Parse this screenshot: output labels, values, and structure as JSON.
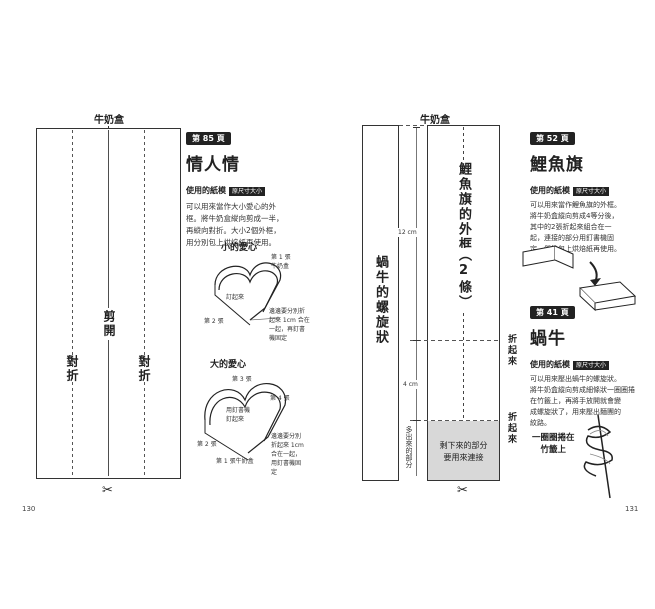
{
  "left": {
    "header": "牛奶盒",
    "template_cut": "剪開",
    "fold_left": "對折",
    "fold_right": "對折",
    "page_no": "130",
    "badge": "第 85 頁",
    "title": "情人情",
    "paper_label": "使用的紙模",
    "paper_size": "原尺寸大小",
    "description": [
      "可以用來當作大小愛心的外",
      "框。將牛奶盒縱向剪成一半，",
      "再縱向對折。大小2個外框，",
      "用分別包上烘焙紙再使用。"
    ],
    "small_heart": {
      "label": "小的愛心",
      "n1": "第 1 張\n牛奶盒",
      "n_staple": "訂起來",
      "n2": "第 2 張",
      "n_overlap": "邊邊要分別折\n起來 1cm 合在\n一起，再釘書\n機固定"
    },
    "large_heart": {
      "label": "大的愛心",
      "n3": "第 3 張",
      "n4": "第 4 張",
      "n_staple": "用釘書機\n釘起來",
      "n2": "第 2 張",
      "n1": "第 1 張牛奶盒",
      "n_overlap": "邊邊要分別\n折起來 1cm\n合在一起，\n用釘書機固\n定"
    }
  },
  "right": {
    "header": "牛奶盒",
    "snail_label": "蝸牛的螺旋狀",
    "fish_label": "鯉魚旗的外框",
    "fish_count": "（2條）",
    "dim_12": "12 cm",
    "dim_4": "4 cm",
    "fold1": "折起來",
    "fold2": "折起來",
    "extra": "多出來的部分",
    "leftover": [
      "剩下來的部分",
      "要用來連接"
    ],
    "page_no": "131",
    "fish": {
      "badge": "第 52 頁",
      "title": "鯉魚旗",
      "paper_label": "使用的紙模",
      "paper_size": "原尺寸大小",
      "description": [
        "可以用來當作鯉魚旗的外框。",
        "將牛奶盒縱向剪成4等分後，",
        "其中的2張折起來組合在一",
        "起，連接的部分用釘書機固",
        "定，然後包上烘焙紙再使用。"
      ]
    },
    "snail": {
      "badge": "第 41 頁",
      "title": "蝸牛",
      "paper_label": "使用的紙模",
      "paper_size": "原尺寸大小",
      "description": [
        "可以用來壓出蝸牛的螺旋狀。",
        "將牛奶盒縱向剪成細條狀一圈圈捲",
        "在竹籤上，再將手放開就會變",
        "成螺旋狀了，用來壓出麵團的",
        "紋路。"
      ],
      "skewer_label": [
        "一圈圈捲在",
        "竹籤上"
      ]
    }
  }
}
